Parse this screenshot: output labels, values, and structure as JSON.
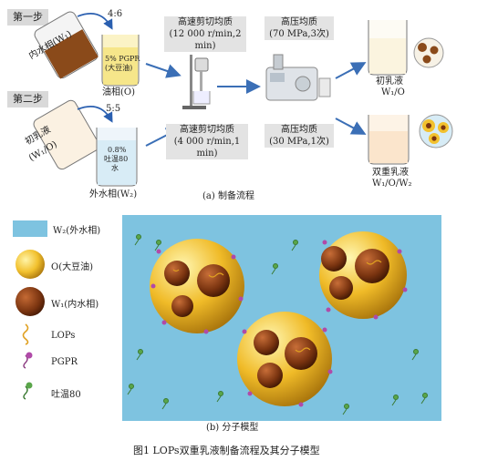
{
  "flow": {
    "step1": "第一步",
    "step2": "第二步",
    "ratio1": "4:6",
    "ratio2": "5:5",
    "inner_water": "内水相(W₁)",
    "oil_phase": "油相(O)",
    "oil_beaker_text": "5% PGPR",
    "oil_beaker_text2": "(大豆油)",
    "primary_emulsion_tube": "初乳液",
    "primary_emulsion_tube2": "(W₁/O)",
    "outer_beaker_text": "0.8%",
    "outer_beaker_text2": "吐温80",
    "outer_beaker_text3": "水",
    "outer_water": "外水相(W₂)",
    "shear1_title": "高速剪切均质",
    "shear1_params": "(12 000 r/min,2 min)",
    "hp1_title": "高压均质",
    "hp1_params": "(70 MPa,3次)",
    "shear2_title": "高速剪切均质",
    "shear2_params": "(4 000 r/min,1 min)",
    "hp2_title": "高压均质",
    "hp2_params": "(30 MPa,1次)",
    "result1_name": "初乳液",
    "result1_formula": "W₁/O",
    "result2_name": "双重乳液",
    "result2_formula": "W₁/O/W₂",
    "subcap_a": "(a) 制备流程"
  },
  "legend": {
    "w2": "W₂(外水相)",
    "o": "O(大豆油)",
    "w1": "W₁(内水相)",
    "lops": "LOPs",
    "pgpr": "PGPR",
    "tween": "吐温80"
  },
  "subcap_b": "(b) 分子模型",
  "figure_caption": "图1 LOPs双重乳液制备流程及其分子模型",
  "colors": {
    "water": "#7ec3e0",
    "oil": "#f2c12e",
    "inner": "#7a3410",
    "pgpr": "#b04aa8",
    "tween": "#5aa64a",
    "lops": "#e0a020",
    "arrow": "#3b6fb6"
  }
}
